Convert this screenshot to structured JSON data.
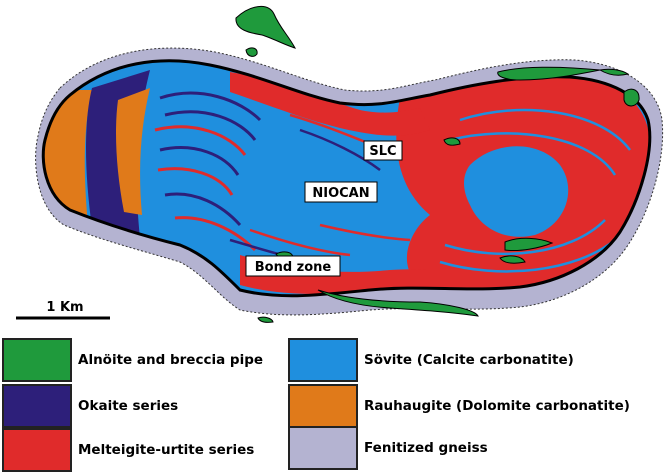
{
  "labels": {
    "slc": "SLC",
    "niocan": "NIOCAN",
    "bond_zone": "Bond zone"
  },
  "scale_bar": {
    "label": "1 Km"
  },
  "colors": {
    "alnoite": "#1f9a3c",
    "okaite": "#2d1f7a",
    "melteigite": "#e02b2b",
    "sovite": "#1f8fde",
    "rauhaugite": "#e07a1a",
    "gneiss": "#b4b3d1"
  },
  "legend": [
    {
      "key": "alnoite",
      "label": "Alnöite and breccia pipe",
      "color": "#1f9a3c"
    },
    {
      "key": "okaite",
      "label": "Okaite series",
      "color": "#2d1f7a"
    },
    {
      "key": "melteigite",
      "label": "Melteigite-urtite series",
      "color": "#e02b2b"
    },
    {
      "key": "sovite",
      "label": "Sövite (Calcite carbonatite)",
      "color": "#1f8fde"
    },
    {
      "key": "rauhaugite",
      "label": "Rauhaugite (Dolomite carbonatite)",
      "color": "#e07a1a"
    },
    {
      "key": "gneiss",
      "label": "Fenitized gneiss",
      "color": "#b4b3d1"
    }
  ]
}
